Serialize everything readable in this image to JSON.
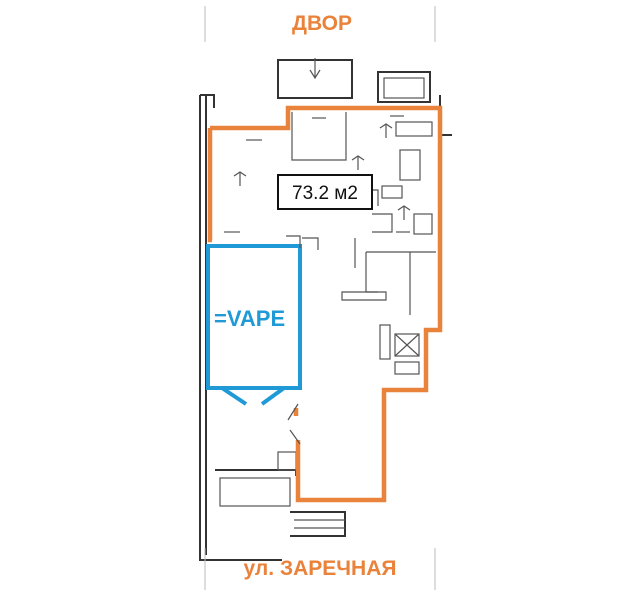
{
  "labels": {
    "top_street": "ДВОР",
    "bottom_street": "ул. ЗАРЕЧНАЯ",
    "area": "73.2 м2",
    "tenant": "=VAPE"
  },
  "colors": {
    "outline": "#e9823a",
    "tenant_box": "#1f9ad6",
    "walls": "#333333",
    "text": "#111111"
  }
}
